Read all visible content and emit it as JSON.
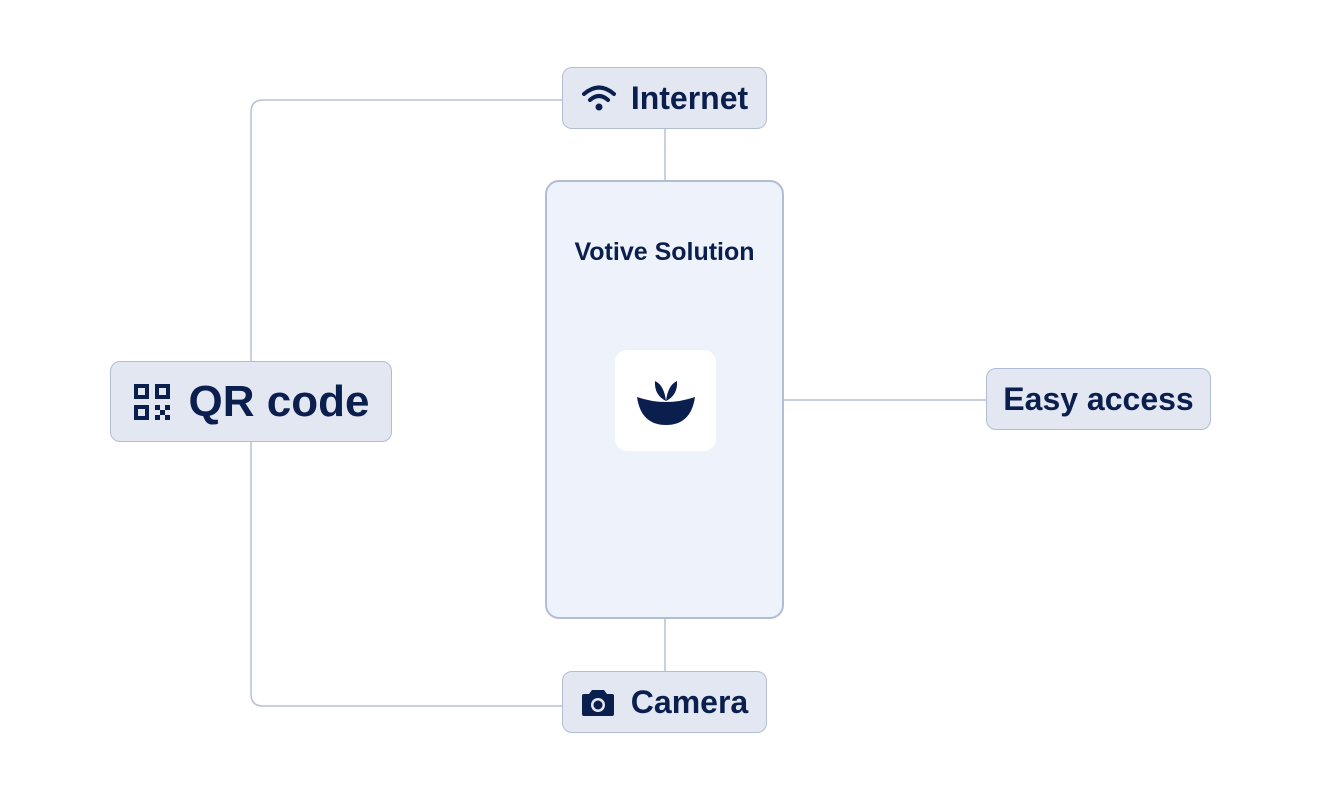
{
  "nodes": {
    "internet": {
      "label": "Internet",
      "icon": "wifi-icon"
    },
    "qr_code": {
      "label": "QR code",
      "icon": "qr-code-icon"
    },
    "easy_access": {
      "label": "Easy access"
    },
    "camera": {
      "label": "Camera",
      "icon": "camera-icon"
    }
  },
  "phone": {
    "title": "Votive Solution",
    "app_icon": "votive-logo-icon"
  },
  "colors": {
    "text": "#0b1f4f",
    "node_fill": "#e3e7f1",
    "node_border": "#b3bcd5",
    "phone_fill": "#eef2fa",
    "connector": "#b9c1d8"
  }
}
